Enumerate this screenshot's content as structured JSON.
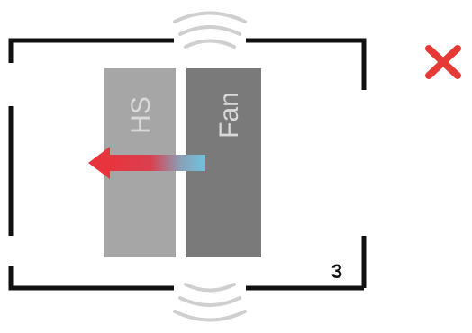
{
  "diagram": {
    "heatsink_label": "HS",
    "fan_label": "Fan",
    "panel_number": "3",
    "status_icon": "cross-mark-icon",
    "colors": {
      "frame": "#111111",
      "heatsink": "#a6a6a6",
      "fan": "#7a7a7a",
      "arrow_hot": "#e8343d",
      "arrow_cool": "#6ec3dd",
      "wave": "#cfcfcf",
      "status_cross": "#e53935"
    }
  }
}
